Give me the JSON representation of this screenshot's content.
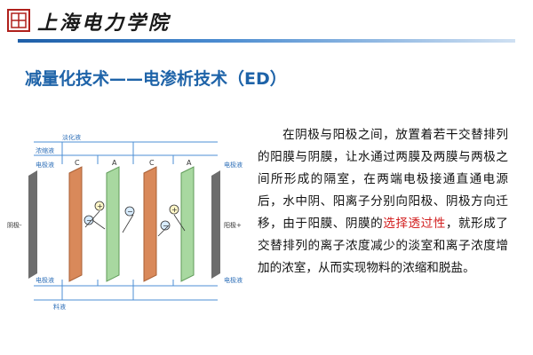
{
  "header": {
    "school_name": "上海电力学院",
    "logo_icon": "school-seal-logo",
    "accent": "#1e63a8",
    "seal_color": "#b0201c"
  },
  "title": "减量化技术——电渗析技术（ED）",
  "diagram": {
    "top_stream": "浓缩液",
    "top_electrolyte": "电极液",
    "pure_stream": "淡化液",
    "bottom_electrolyte": "电极液",
    "feed": "料液",
    "cathode": "阴极-",
    "anode": "阳极+",
    "membrane_a": "A",
    "membrane_c": "C",
    "cation_sign": "+",
    "anion_sign": "−"
  },
  "body": {
    "part1": "在阴极与阳极之间，放置着若干交替排列的阳膜与阴膜，让水通过两膜及两膜与两极之间所形成的隔室，在两端电极接通直通电源后，水中阴、阳离子分别向阳极、阴极方向迁移，由于阳膜、阴膜的",
    "highlight": "选择透过性",
    "part2": "，就形成了交替排列的离子浓度减少的淡室和离子浓度增加的浓室，从而实现物料的浓缩和脱盐。",
    "highlight_color": "#d32020"
  }
}
